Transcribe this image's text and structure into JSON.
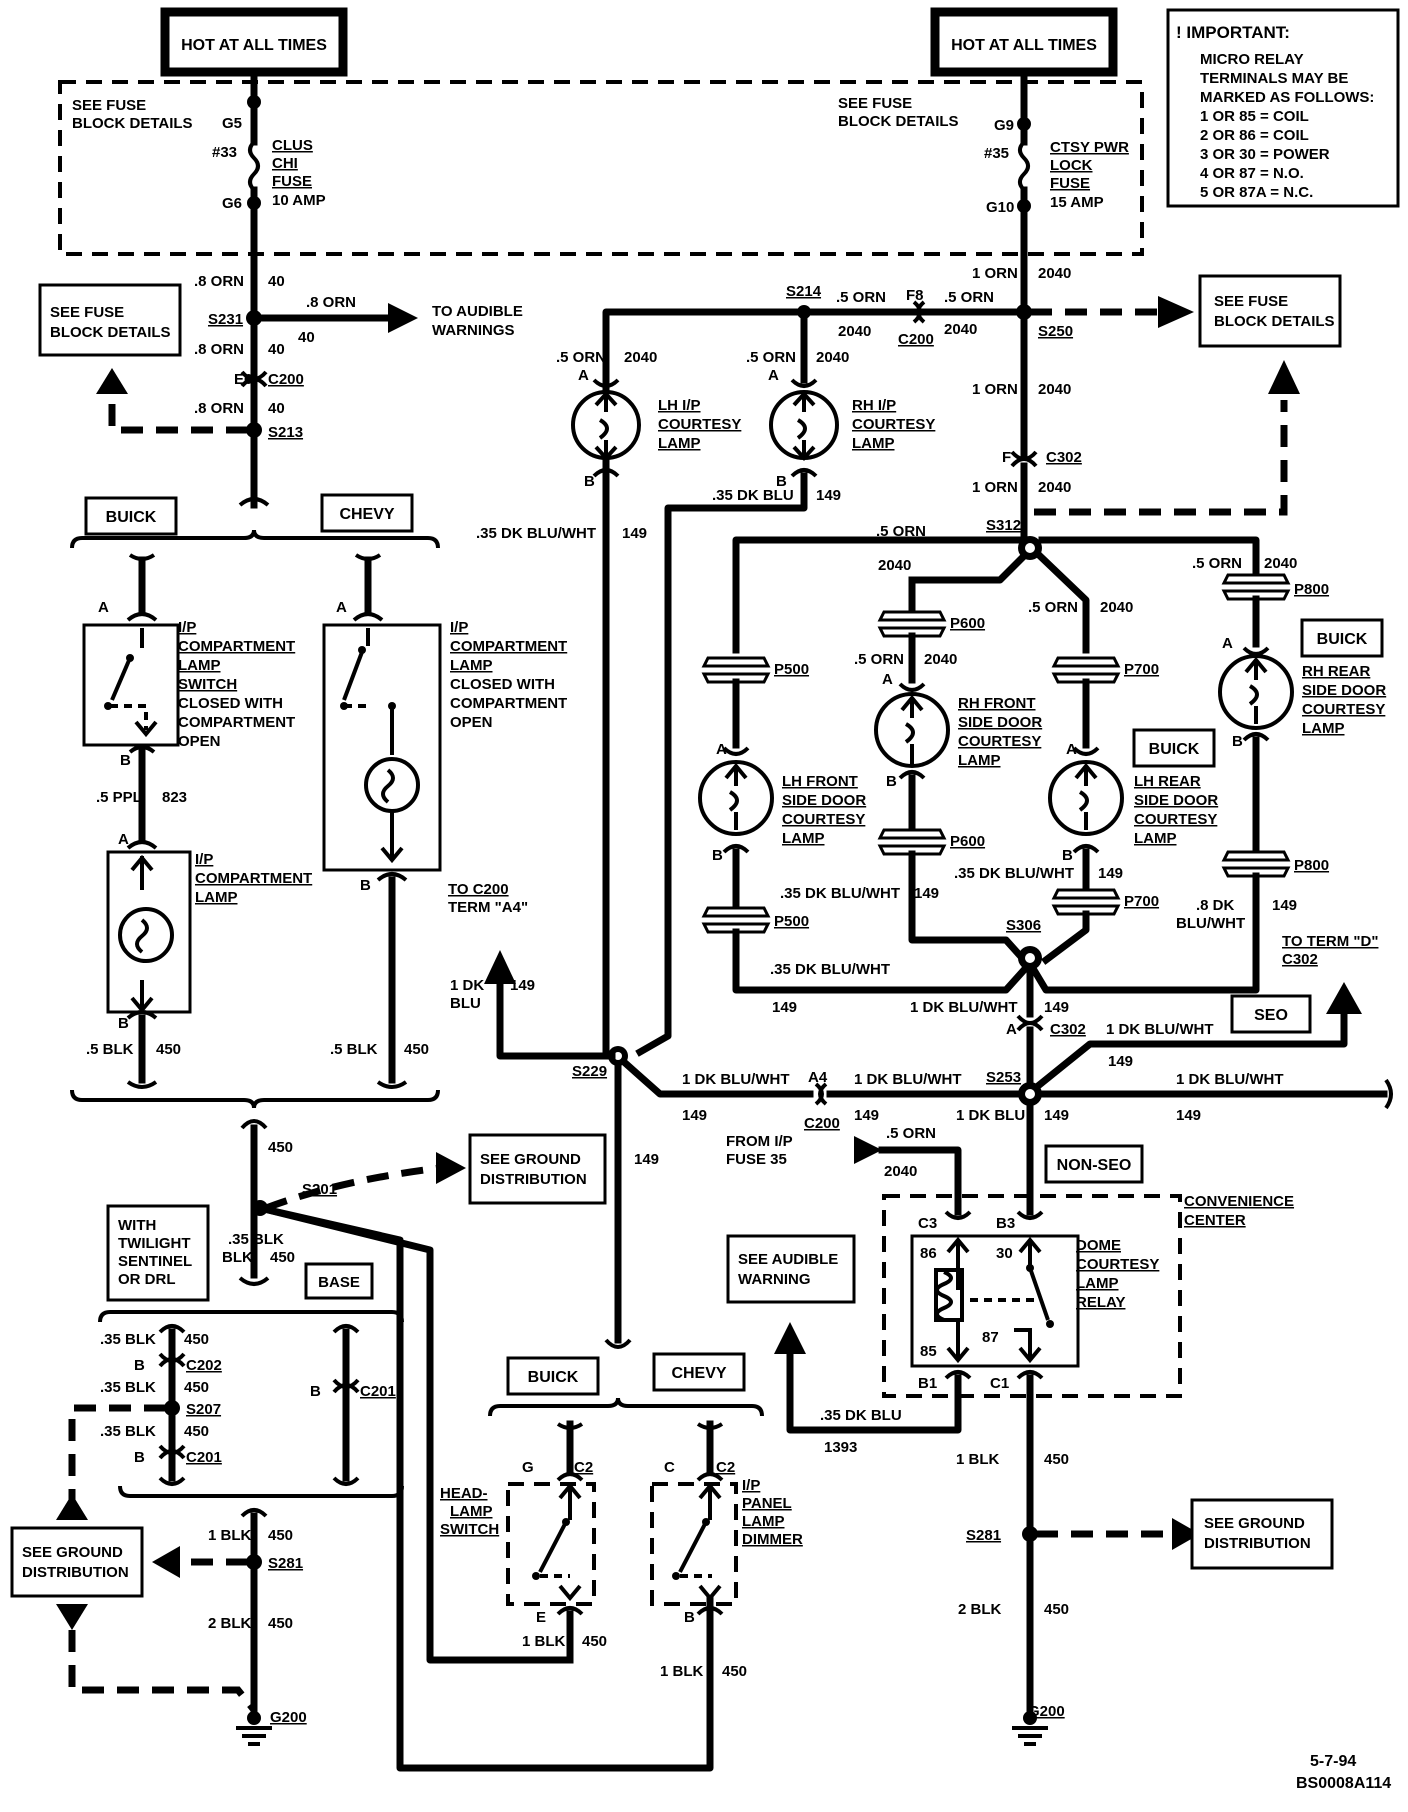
{
  "hot_left": "HOT AT ALL TIMES",
  "hot_right": "HOT AT ALL TIMES",
  "important": {
    "title": "! IMPORTANT:",
    "lines": [
      "MICRO RELAY",
      "TERMINALS MAY BE",
      "MARKED AS FOLLOWS:",
      "1 OR 85 = COIL",
      "2 OR 86 = COIL",
      "3 OR 30 = POWER",
      "4 OR 87 = N.O.",
      "5 OR 87A = N.C."
    ]
  },
  "fuse_left": {
    "see": [
      "SEE FUSE",
      "BLOCK DETAILS"
    ],
    "g_top": "G5",
    "num": "#33",
    "name": [
      "CLUS",
      "CHI",
      "FUSE"
    ],
    "amp": "10 AMP",
    "g_bot": "G6"
  },
  "fuse_right": {
    "see": [
      "SEE FUSE",
      "BLOCK DETAILS"
    ],
    "g_top": "G9",
    "num": "#35",
    "name": [
      "CTSY PWR",
      "LOCK",
      "FUSE"
    ],
    "amp": "15 AMP",
    "g_bot": "G10"
  },
  "wires": {
    "orn8": ".8 ORN",
    "c40": "40",
    "orn1": "1 ORN",
    "c2040": "2040",
    "orn5": ".5 ORN",
    "dkblu35": ".35 DK BLU",
    "dkbluwht35": ".35 DK BLU/WHT",
    "c149": "149",
    "dkbluwht1": "1 DK BLU/WHT",
    "dkblu1": "1 DK BLU",
    "dk1": "1 DK",
    "blu": "BLU",
    "ppl5": ".5 PPL",
    "c823": "823",
    "blk5": ".5 BLK",
    "c450": "450",
    "blk35": ".35 BLK",
    "blk35b": "BLK",
    "blk1": "1 BLK",
    "blk2": "2 BLK",
    "dk8": ".8 DK",
    "bluwht": "BLU/WHT",
    "c1393": "1393"
  },
  "splices": {
    "s231": "S231",
    "s213": "S213",
    "s214": "S214",
    "s250": "S250",
    "s312": "S312",
    "s306": "S306",
    "s229": "S229",
    "s253": "S253",
    "s201": "S201",
    "s207": "S207",
    "s281": "S281",
    "s281b": "S281"
  },
  "connectors": {
    "e6": "E6",
    "c200": "C200",
    "f8": "F8",
    "f": "F",
    "c302": "C302",
    "a4": "A4",
    "c202": "C202",
    "c201": "C201",
    "p500": "P500",
    "p600": "P600",
    "p700": "P700",
    "p800": "P800",
    "b": "B",
    "a": "A"
  },
  "see_fuse_left": [
    "SEE FUSE",
    "BLOCK DETAILS"
  ],
  "see_fuse_right": [
    "SEE FUSE",
    "BLOCK DETAILS"
  ],
  "to_audible": [
    "TO AUDIBLE",
    "WARNINGS"
  ],
  "buick": "BUICK",
  "chevy": "CHEVY",
  "seo": "SEO",
  "non_seo": "NON-SEO",
  "base": "BASE",
  "ip_switch": [
    "I/P",
    "COMPARTMENT",
    "LAMP",
    "SWITCH",
    "CLOSED WITH",
    "COMPARTMENT",
    "OPEN"
  ],
  "ip_lamp_chevy": [
    "I/P",
    "COMPARTMENT",
    "LAMP",
    "CLOSED WITH",
    "COMPARTMENT",
    "OPEN"
  ],
  "ip_lamp": [
    "I/P",
    "COMPARTMENT",
    "LAMP"
  ],
  "lh_ip": [
    "LH I/P",
    "COURTESY",
    "LAMP"
  ],
  "rh_ip": [
    "RH I/P",
    "COURTESY",
    "LAMP"
  ],
  "lh_front": [
    "LH FRONT",
    "SIDE DOOR",
    "COURTESY",
    "LAMP"
  ],
  "rh_front": [
    "RH FRONT",
    "SIDE DOOR",
    "COURTESY",
    "LAMP"
  ],
  "lh_rear": [
    "LH REAR",
    "SIDE DOOR",
    "COURTESY",
    "LAMP"
  ],
  "rh_rear": [
    "RH REAR",
    "SIDE DOOR",
    "COURTESY",
    "LAMP"
  ],
  "to_c200": [
    "TO C200",
    "TERM \"A4\""
  ],
  "to_term_d": [
    "TO TERM \"D\"",
    "C302"
  ],
  "see_ground_1": [
    "SEE GROUND",
    "DISTRIBUTION"
  ],
  "see_ground_2": [
    "SEE GROUND",
    "DISTRIBUTION"
  ],
  "see_ground_3": [
    "SEE GROUND",
    "DISTRIBUTION"
  ],
  "with_twilight": [
    "WITH",
    "TWILIGHT",
    "SENTINEL",
    "OR DRL"
  ],
  "from_ip": [
    "FROM I/P",
    "FUSE 35"
  ],
  "see_audible": [
    "SEE AUDIBLE",
    "WARNING"
  ],
  "convenience": [
    "CONVENIENCE",
    "CENTER"
  ],
  "dome": [
    "DOME",
    "COURTESY",
    "LAMP",
    "RELAY"
  ],
  "relay_terms": {
    "c3": "C3",
    "b3": "B3",
    "t86": "86",
    "t30": "30",
    "t85": "85",
    "t87": "87",
    "b1": "B1",
    "c1": "C1"
  },
  "headlamp": [
    "HEAD-",
    "LAMP",
    "SWITCH"
  ],
  "dimmer": [
    "I/P",
    "PANEL",
    "LAMP",
    "DIMMER"
  ],
  "sw_terms": {
    "g": "G",
    "c2": "C2",
    "e": "E",
    "c": "C",
    "c2b": "C2",
    "b": "B"
  },
  "g200": "G200",
  "date": "5-7-94",
  "code": "BS0008A114"
}
